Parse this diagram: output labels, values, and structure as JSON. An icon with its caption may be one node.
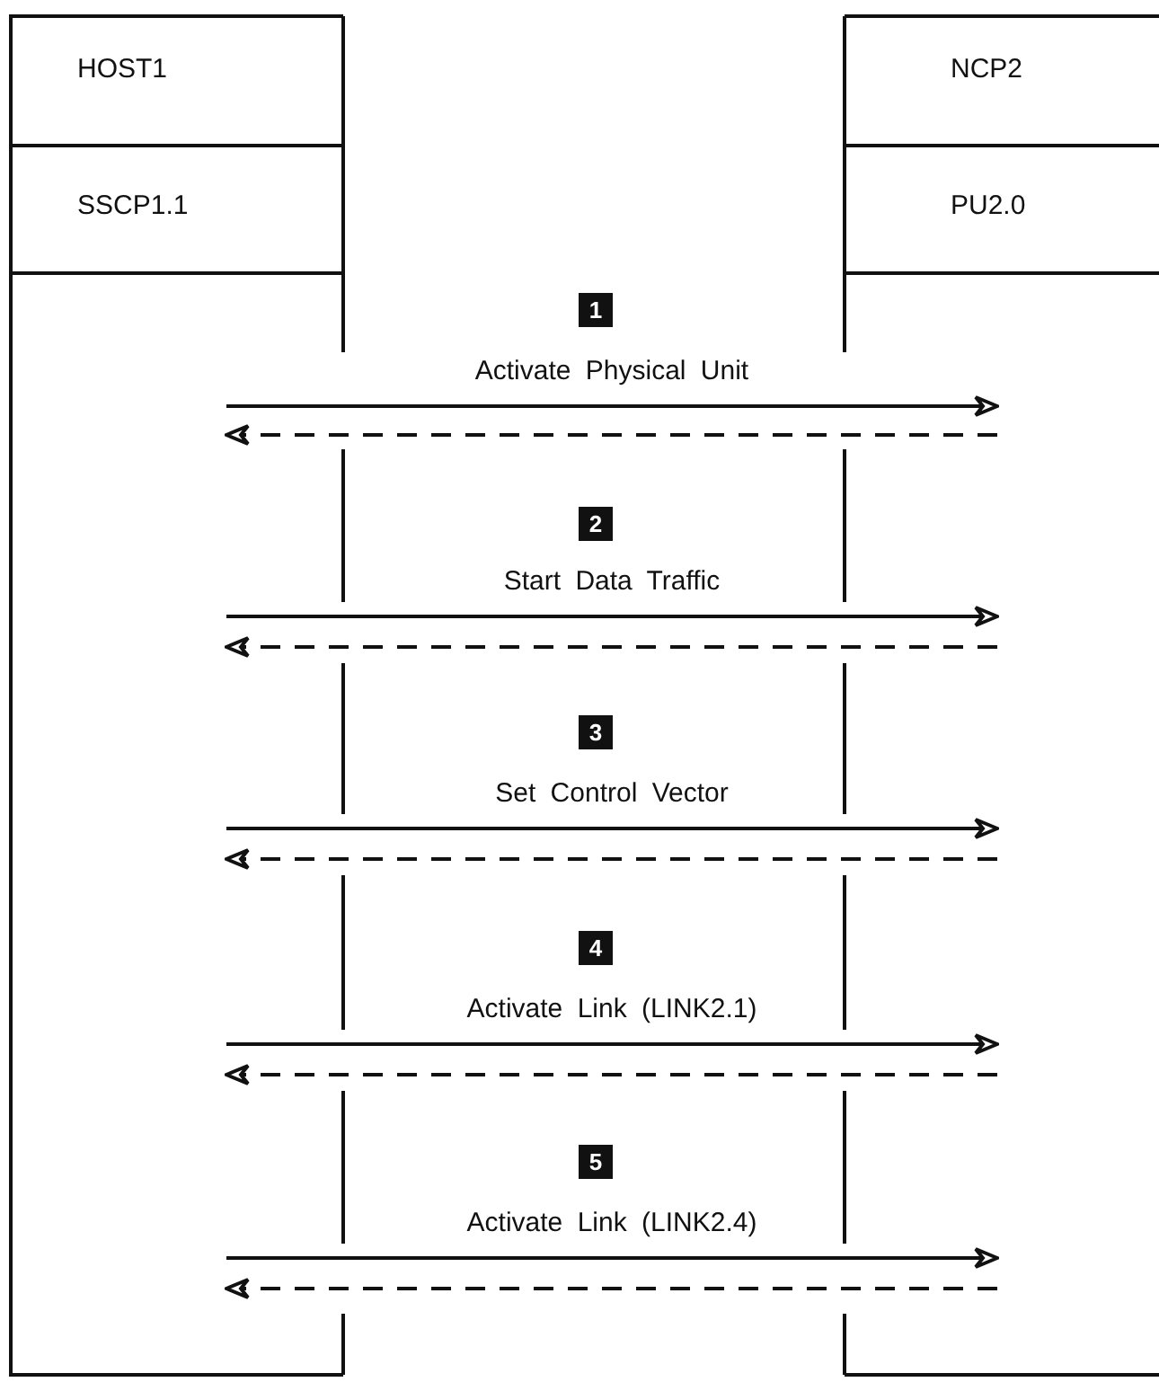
{
  "diagram": {
    "nodes": [
      {
        "text": [
          "HOST1"
        ]
      },
      {
        "text": [
          "SSCP1.1"
        ],
        "in": 0
      },
      {
        "text": [
          "NCP2"
        ]
      },
      {
        "text": [
          "PU2.0"
        ],
        "in": 2
      }
    ],
    "edges": [
      {
        "from": 0,
        "to": 2,
        "arrow": "to",
        "label": "Activate Physical Unit"
      },
      {
        "from": 2,
        "to": 0,
        "arrow": "to",
        "style": "dashed"
      },
      {
        "from": 0,
        "to": 2,
        "arrow": "to",
        "label": "Start Data Traffic"
      },
      {
        "from": 2,
        "to": 0,
        "arrow": "to",
        "style": "dashed"
      },
      {
        "from": 0,
        "to": 2,
        "arrow": "to",
        "label": "Set Control Vector"
      },
      {
        "from": 2,
        "to": 0,
        "arrow": "to",
        "style": "dashed"
      },
      {
        "from": 0,
        "to": 2,
        "arrow": "to",
        "label": "Activate Link (LINK2.1)"
      },
      {
        "from": 2,
        "to": 0,
        "arrow": "to",
        "style": "dashed"
      },
      {
        "from": 0,
        "to": 2,
        "arrow": "to",
        "label": "Activate Link (LINK2.4)"
      },
      {
        "from": 2,
        "to": 0,
        "arrow": "to",
        "style": "dashed"
      }
    ],
    "labels": [
      "1",
      "2",
      "3",
      "4",
      "5"
    ]
  }
}
